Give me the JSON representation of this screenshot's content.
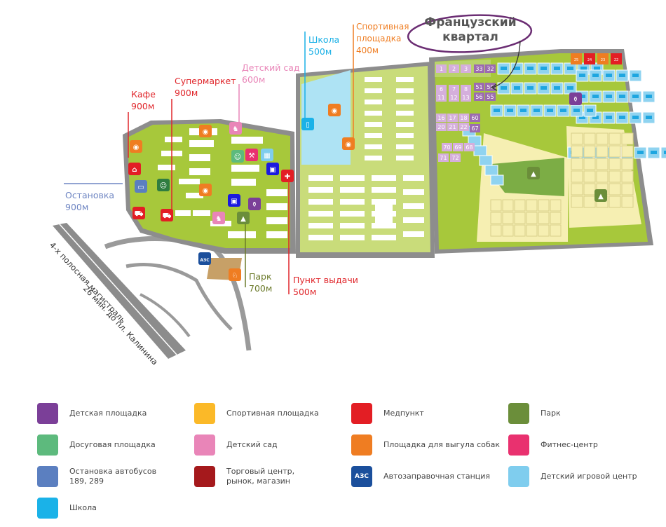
{
  "title": {
    "line1": "Французский",
    "line2": "квартал"
  },
  "map_labels": {
    "cafe": {
      "name": "Кафе",
      "distance": "900м",
      "color": "#e0262b"
    },
    "supermarket": {
      "name": "Супермаркет",
      "distance": "900м",
      "color": "#e0262b"
    },
    "kindergarten": {
      "name": "Детский сад",
      "distance": "600м",
      "color": "#e985b8"
    },
    "school": {
      "name": "Школа",
      "distance": "500м",
      "color": "#1ab0e6"
    },
    "sports": {
      "name": "Спортивная",
      "name2": "площадка",
      "distance": "400м",
      "color": "#ef7d22"
    },
    "bus_stop": {
      "name": "Остановка",
      "distance": "900м",
      "color": "#6f86c3"
    },
    "park": {
      "name": "Парк",
      "distance": "700м",
      "color": "#6b7a2a"
    },
    "pickup": {
      "name": "Пункт выдачи",
      "distance": "500м",
      "color": "#e0262b"
    },
    "highway": "4-х полосная магистраль",
    "highway_time": "26 мин. до пл. Калинина",
    "gas_station": "АЗС"
  },
  "plots": [
    "1",
    "2",
    "3",
    "33",
    "32",
    "6",
    "7",
    "8",
    "51",
    "50",
    "11",
    "12",
    "13",
    "56",
    "55",
    "16",
    "17",
    "18",
    "60",
    "20",
    "21",
    "22",
    "67",
    "70",
    "69",
    "68",
    "71",
    "72"
  ],
  "plots_top_right": [
    "25",
    "24",
    "23",
    "22"
  ],
  "legend": [
    {
      "label": "Детская площадка",
      "icon": "playground-icon",
      "color": "#7b3f98"
    },
    {
      "label": "Спортивная площадка",
      "icon": "basketball-icon",
      "color": "#fbb928"
    },
    {
      "label": "Медпункт",
      "icon": "medical-cross-icon",
      "color": "#e31e24"
    },
    {
      "label": "Парк",
      "icon": "tree-icon",
      "color": "#6b8e3a"
    },
    {
      "label": "Досуговая площадка",
      "icon": "theater-masks-icon",
      "color": "#5dba7d"
    },
    {
      "label": "Детский сад",
      "icon": "rocking-horse-icon",
      "color": "#e985b8"
    },
    {
      "label": "Площадка для выгула собак",
      "icon": "dog-icon",
      "color": "#ef7d22"
    },
    {
      "label": "Фитнес-центр",
      "icon": "dumbbell-icon",
      "color": "#e9316f"
    },
    {
      "label": "Остановка автобусов 189, 289",
      "icon": "bus-icon",
      "color": "#5b7fc0"
    },
    {
      "label": "Торговый центр, рынок, магазин",
      "icon": "cart-icon",
      "color": "#a5191c"
    },
    {
      "label": "Автозаправочная станция",
      "icon": "gas-station-icon",
      "color": "#1b4f9c",
      "text": "АЗС"
    },
    {
      "label": "Детский игровой центр",
      "icon": "toy-blocks-icon",
      "color": "#7fcdee"
    },
    {
      "label": "Школа",
      "icon": "book-icon",
      "color": "#1ab2e8"
    }
  ]
}
